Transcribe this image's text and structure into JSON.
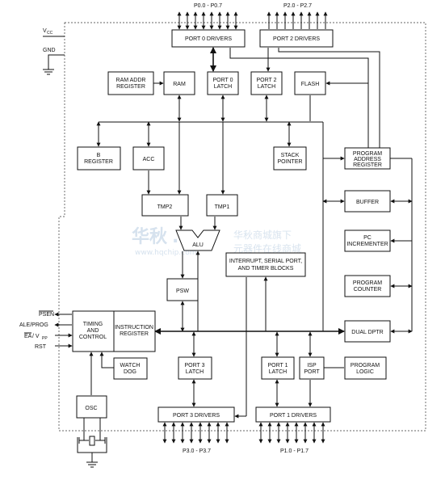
{
  "header": {
    "port0_pins": "P0.0 - P0.7",
    "port2_pins": "P2.0 - P2.7"
  },
  "power": {
    "vcc": "V",
    "vcc_sub": "CC",
    "gnd": "GND"
  },
  "blocks": {
    "port0_drivers": "PORT 0 DRIVERS",
    "port2_drivers": "PORT 2 DRIVERS",
    "ram_addr_reg": [
      "RAM ADDR",
      "REGISTER"
    ],
    "ram": "RAM",
    "port0_latch": [
      "PORT 0",
      "LATCH"
    ],
    "port2_latch": [
      "PORT 2",
      "LATCH"
    ],
    "flash": "FLASH",
    "b_register": [
      "B",
      "REGISTER"
    ],
    "acc": "ACC",
    "stack_pointer": [
      "STACK",
      "POINTER"
    ],
    "program_address_register": [
      "PROGRAM",
      "ADDRESS",
      "REGISTER"
    ],
    "buffer": "BUFFER",
    "tmp2": "TMP2",
    "tmp1": "TMP1",
    "alu": "ALU",
    "pc_incrementer": [
      "PC",
      "INCREMENTER"
    ],
    "interrupt_blocks": [
      "INTERRUPT, SERIAL PORT,",
      "AND TIMER BLOCKS"
    ],
    "program_counter": [
      "PROGRAM",
      "COUNTER"
    ],
    "psw": "PSW",
    "timing_control": [
      "TIMING",
      "AND",
      "CONTROL"
    ],
    "instruction_register": [
      "INSTRUCTION",
      "REGISTER"
    ],
    "dual_dptr": "DUAL DPTR",
    "watch_dog": [
      "WATCH",
      "DOG"
    ],
    "port3_latch": [
      "PORT 3",
      "LATCH"
    ],
    "port1_latch": [
      "PORT 1",
      "LATCH"
    ],
    "isp_port": [
      "ISP",
      "PORT"
    ],
    "program_logic": [
      "PROGRAM",
      "LOGIC"
    ],
    "osc": "OSC",
    "port3_drivers": "PORT 3 DRIVERS",
    "port1_drivers": "PORT 1 DRIVERS"
  },
  "control_pins": {
    "psen": "PSEN",
    "ale_prog": "ALE/PROG",
    "ea_vpp_ea": "EA",
    "ea_vpp_v": "/ V",
    "ea_vpp_sub": "PP",
    "rst": "RST"
  },
  "footer": {
    "port3_pins": "P3.0 - P3.7",
    "port1_pins": "P1.0 - P1.7"
  },
  "watermark": {
    "logo": "华秋",
    "logo_dots": "......",
    "site": "www.hqchip.com",
    "slogan1": "华秋商城旗下",
    "slogan2": "元器件在线商城"
  }
}
